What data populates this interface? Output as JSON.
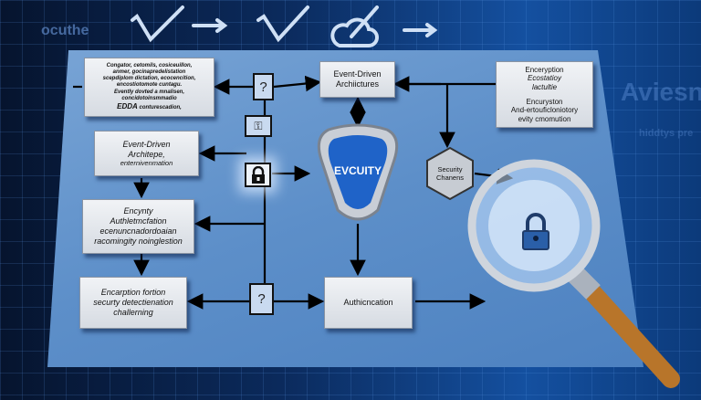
{
  "background": {
    "top_label": "ocuthe",
    "side_label_right": "Aviesnua",
    "side_label_right2": "hiddtys pre"
  },
  "boxes": {
    "top_left": [
      "Congator, cetomils, cosiceuillon,",
      "anmer, gocinapredelistation",
      "scepdiplom dictation, ecocencition,",
      "encostiotomote cuntagu.",
      "Evently dovted a mnalisen,",
      "concidotoinsmmadio"
    ],
    "top_left_last_bold": "EDDA",
    "top_left_last": "conturescadion,",
    "event_driven_architectures": [
      "Event-Driven",
      "Archiictures"
    ],
    "encryption_top_right": [
      "Enceryption",
      "Ecostatioy",
      "lactultie",
      "Encuryston",
      "And-ertouficloniotory",
      "evity cmomution"
    ],
    "event_driven_architepe": [
      "Event-Driven",
      "Architepe,",
      "enternivenmation"
    ],
    "encynty": [
      "Encynty",
      "Authletmcfation",
      "ecenuncnadordoaian",
      "racomingity noinglestion"
    ],
    "encarption": [
      "Encarption fortion",
      "securty detectienation",
      "challerning"
    ],
    "authentication": "Authicncation",
    "shield": "EVCUITY",
    "security_channels": [
      "Security",
      "Chanens"
    ]
  },
  "icons": {
    "question": "?",
    "keyhole": "⚿",
    "lock": "🔒",
    "check": "✓",
    "arrow": "→",
    "cloud": "☁"
  },
  "colors": {
    "shield": "#1f63c8",
    "panel": "#6f9cd2",
    "background": "#0b2a5c"
  }
}
